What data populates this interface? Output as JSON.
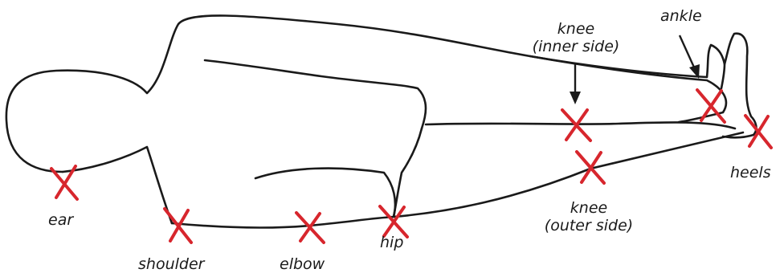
{
  "labels": {
    "ear": "ear",
    "shoulder": "shoulder",
    "elbow": "elbow",
    "hip": "hip",
    "knee_inner_line1": "knee",
    "knee_inner_line2": "(inner side)",
    "knee_outer_line1": "knee",
    "knee_outer_line2": "(outer side)",
    "ankle": "ankle",
    "heels": "heels"
  },
  "colors": {
    "outline": "#1a1a1a",
    "pressure_mark": "#d7262d",
    "label_text": "#1a1a1a",
    "background": "#ffffff"
  },
  "pressure_point_icon": "red-x-mark"
}
